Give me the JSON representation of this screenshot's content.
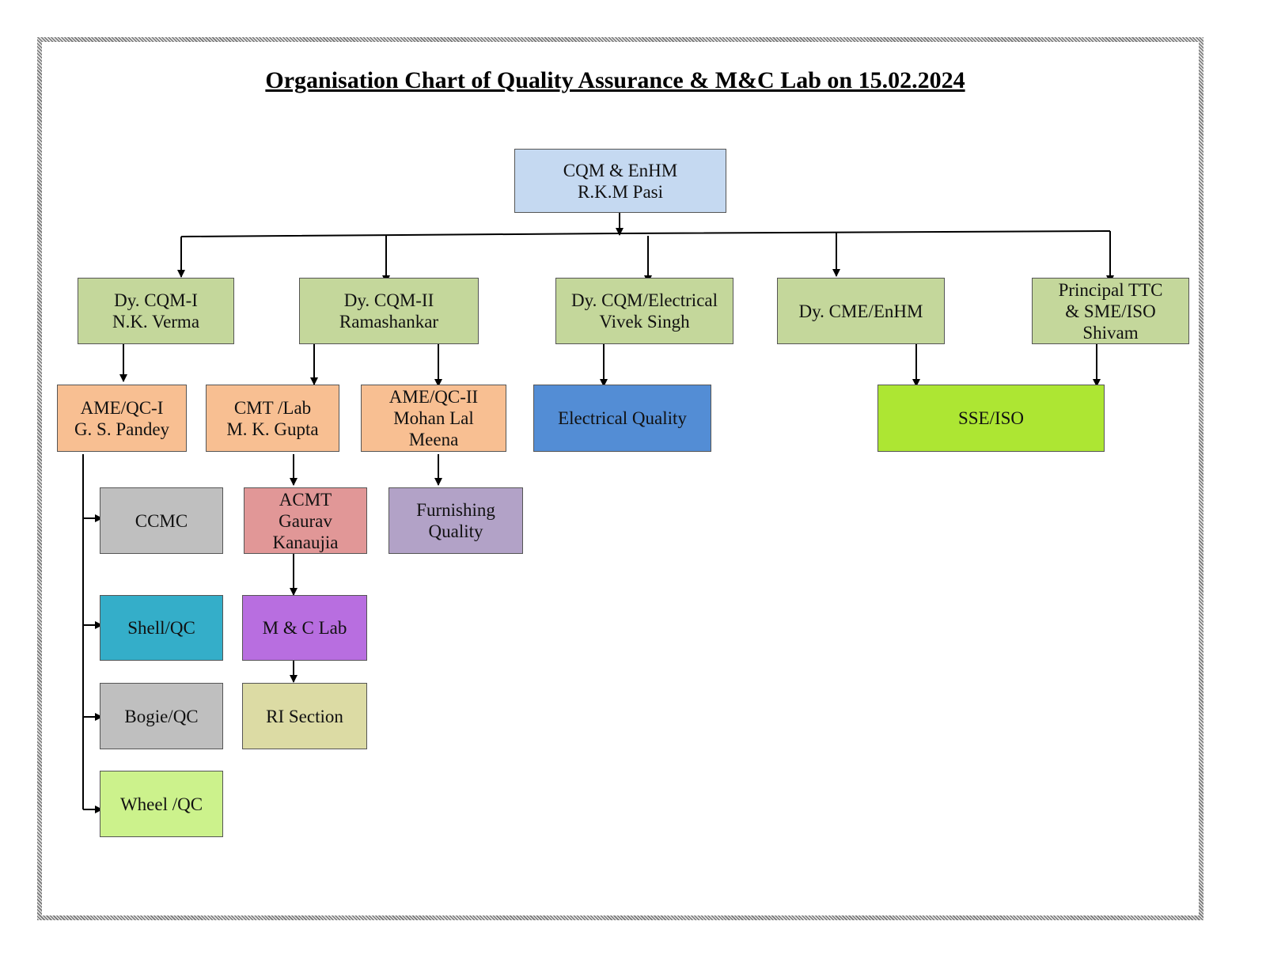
{
  "title": "Organisation Chart of Quality Assurance & M&C Lab on 15.02.2024",
  "colors": {
    "head": "#c5d9f1",
    "deputy": "#c4d79b",
    "officer": "#f8bf92",
    "ccmc": "#bfbfbf",
    "shell": "#34aec9",
    "bogie": "#bfbfbf",
    "wheel": "#ccf28c",
    "acmt": "#e19797",
    "furnishing": "#b2a2c7",
    "mclab": "#b86ee0",
    "ri": "#dcdba4",
    "electrical": "#538dd5",
    "sse": "#ade633"
  },
  "nodes": {
    "cqm": {
      "line1": "CQM & EnHM",
      "line2": "R.K.M Pasi"
    },
    "dycqm1": {
      "line1": "Dy. CQM-I",
      "line2": "N.K. Verma"
    },
    "dycqm2": {
      "line1": "Dy. CQM-II",
      "line2": "Ramashankar"
    },
    "dycqm_elec": {
      "line1": "Dy. CQM/Electrical",
      "line2": "Vivek Singh"
    },
    "dycme": {
      "line1": "Dy. CME/EnHM"
    },
    "principal": {
      "line1": "Principal TTC",
      "line2": "& SME/ISO",
      "line3": "Shivam"
    },
    "ameqc1": {
      "line1": "AME/QC-I",
      "line2": "G. S. Pandey"
    },
    "cmtlab": {
      "line1": "CMT /Lab",
      "line2": "M. K. Gupta"
    },
    "ameqc2": {
      "line1": "AME/QC-II",
      "line2": "Mohan Lal",
      "line3": "Meena"
    },
    "electrical_quality": {
      "line1": "Electrical Quality"
    },
    "sseiso": {
      "line1": "SSE/ISO"
    },
    "ccmc": {
      "line1": "CCMC"
    },
    "acmt": {
      "line1": "ACMT",
      "line2": "Gaurav",
      "line3": "Kanaujia"
    },
    "furnishing": {
      "line1": "Furnishing",
      "line2": "Quality"
    },
    "shellqc": {
      "line1": "Shell/QC"
    },
    "mclab": {
      "line1": "M & C Lab"
    },
    "bogieqc": {
      "line1": "Bogie/QC"
    },
    "riseection": {
      "line1": "RI Section"
    },
    "wheelqc": {
      "line1": "Wheel /QC"
    }
  }
}
